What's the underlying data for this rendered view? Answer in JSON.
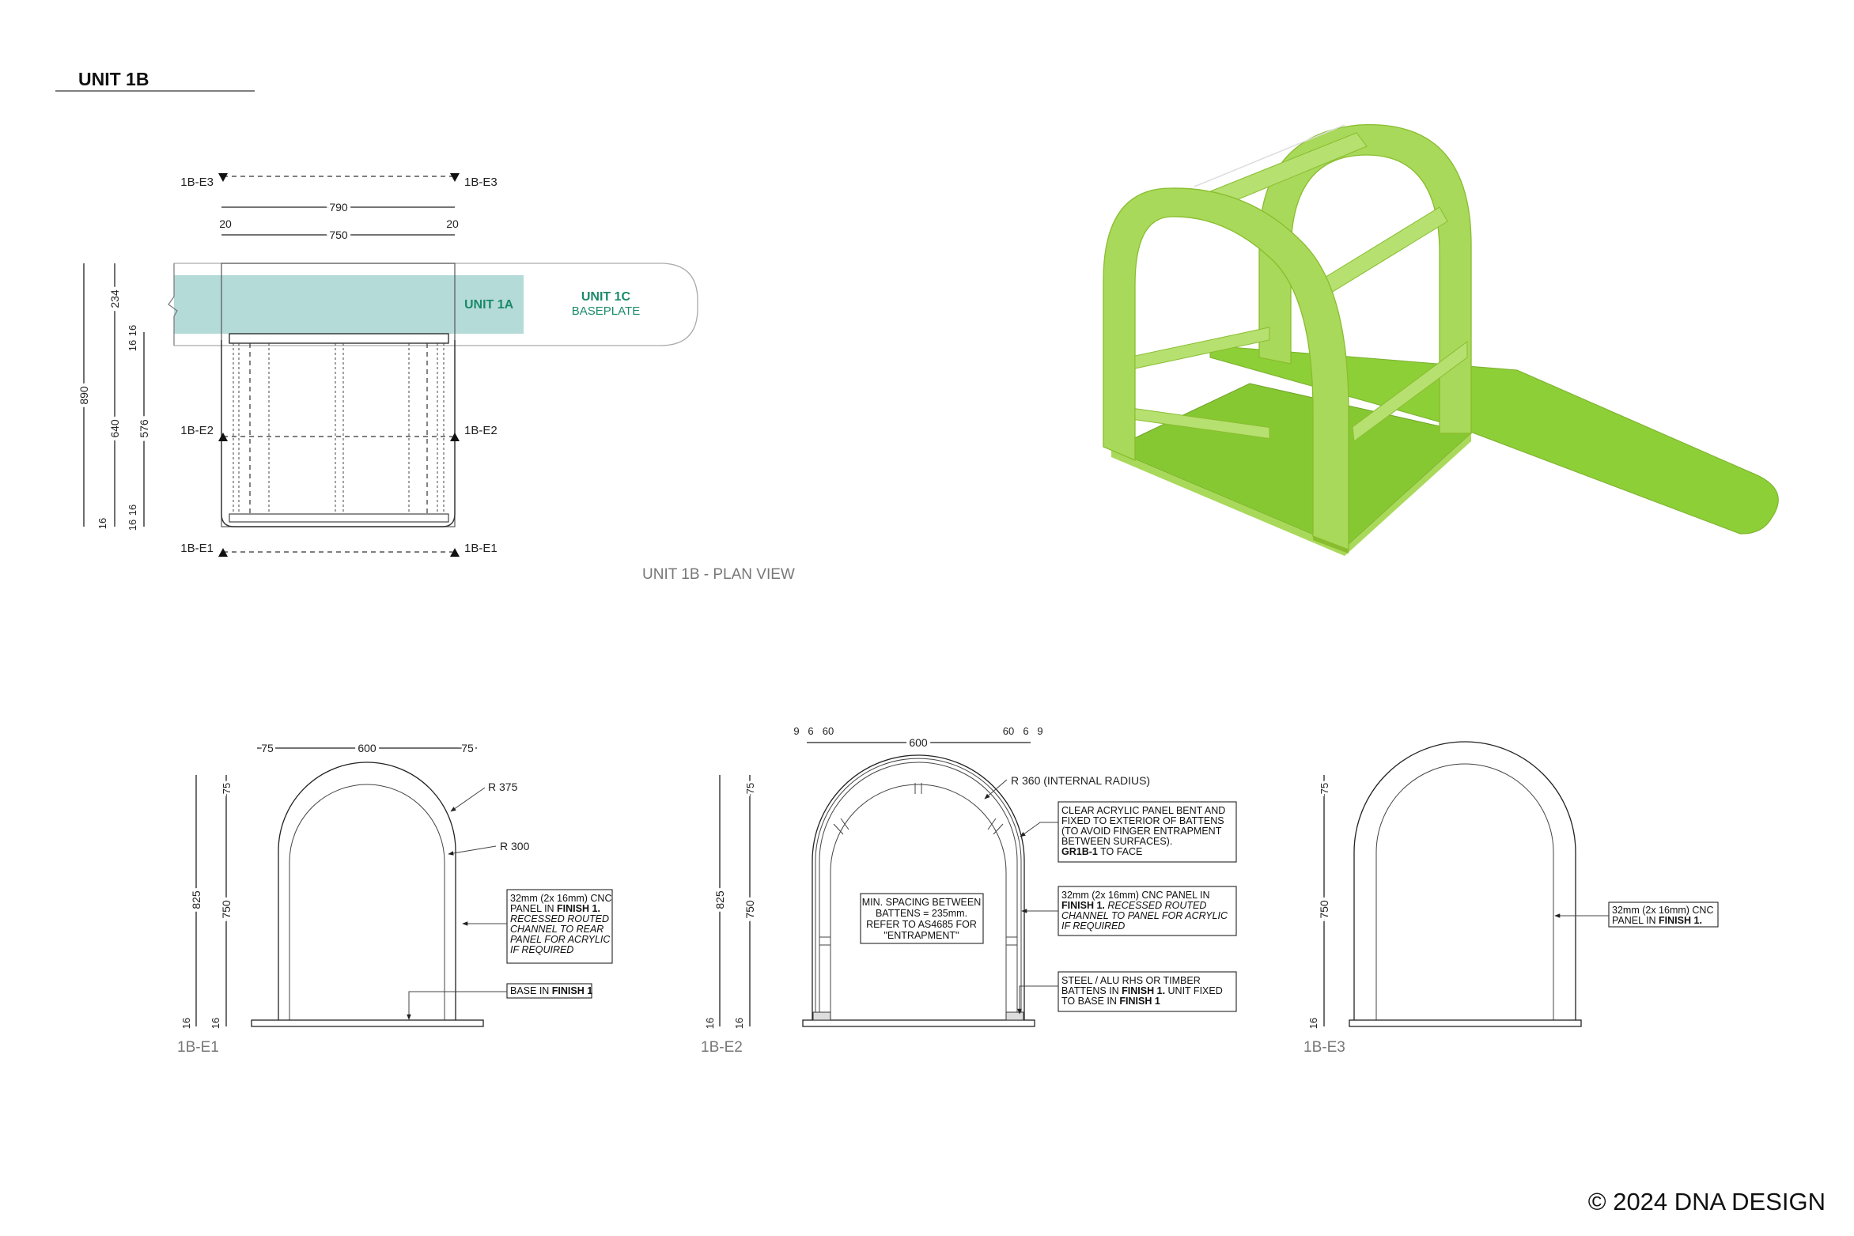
{
  "title": "UNIT 1B",
  "copyright": "© 2024 DNA DESIGN",
  "plan": {
    "caption": "UNIT 1B - PLAN VIEW",
    "section_tags": [
      "1B-E3",
      "1B-E3",
      "1B-E2",
      "1B-E2",
      "1B-E1",
      "1B-E1"
    ],
    "dims_top": [
      "790",
      "20",
      "750",
      "20"
    ],
    "dims_left": [
      "890",
      "234",
      "640",
      "16",
      "16",
      "16",
      "16",
      "576",
      "16"
    ],
    "unit_1a": "UNIT 1A",
    "unit_1c": "UNIT 1C",
    "baseplate": "BASEPLATE",
    "colors": {
      "unit_1a_fill": "#b5dbd8",
      "unit_1c_text": "#1a8a6a"
    }
  },
  "iso": {
    "colors": {
      "face": "#a9d95a",
      "edge": "#89bd2e",
      "base": "#8dcf36",
      "side": "#96cc45"
    }
  },
  "elev1": {
    "caption": "1B-E1",
    "dims_top": [
      "75",
      "600",
      "75"
    ],
    "dims_left": [
      "825",
      "75",
      "750",
      "16",
      "16"
    ],
    "r375": "R 375",
    "r300": "R 300",
    "note_panel": [
      "32mm (2x 16mm) CNC",
      "PANEL IN ",
      "FINISH 1.",
      "RECESSED ROUTED",
      "CHANNEL TO REAR",
      "PANEL FOR ACRYLIC",
      "IF REQUIRED"
    ],
    "note_base": [
      "BASE IN ",
      "FINISH 1"
    ]
  },
  "elev2": {
    "caption": "1B-E2",
    "dims_top": [
      "9",
      "6",
      "60",
      "600",
      "60",
      "6",
      "9"
    ],
    "dims_left": [
      "825",
      "75",
      "750",
      "16",
      "16"
    ],
    "r360": "R 360 (INTERNAL RADIUS)",
    "note_spacing": [
      "MIN. SPACING BETWEEN",
      "BATTENS = 235mm.",
      "REFER TO AS4685 FOR",
      "\"ENTRAPMENT\""
    ],
    "note_acrylic": [
      "CLEAR ACRYLIC PANEL BENT AND",
      "FIXED TO EXTERIOR OF BATTENS",
      "(TO AVOID FINGER ENTRAPMENT",
      "BETWEEN SURFACES).",
      "GR1B-1",
      " TO FACE"
    ],
    "note_panel": [
      "32mm (2x 16mm) CNC PANEL IN",
      "FINISH 1.",
      " RECESSED ROUTED",
      "CHANNEL TO PANEL FOR ACRYLIC",
      "IF REQUIRED"
    ],
    "note_steel": [
      "STEEL / ALU RHS OR TIMBER",
      "BATTENS IN ",
      "FINISH 1.",
      " UNIT FIXED",
      "TO BASE IN ",
      "FINISH 1"
    ]
  },
  "elev3": {
    "caption": "1B-E3",
    "dims_left": [
      "75",
      "750",
      "16"
    ],
    "note_panel": [
      "32mm (2x 16mm) CNC",
      "PANEL IN ",
      "FINISH 1."
    ]
  }
}
